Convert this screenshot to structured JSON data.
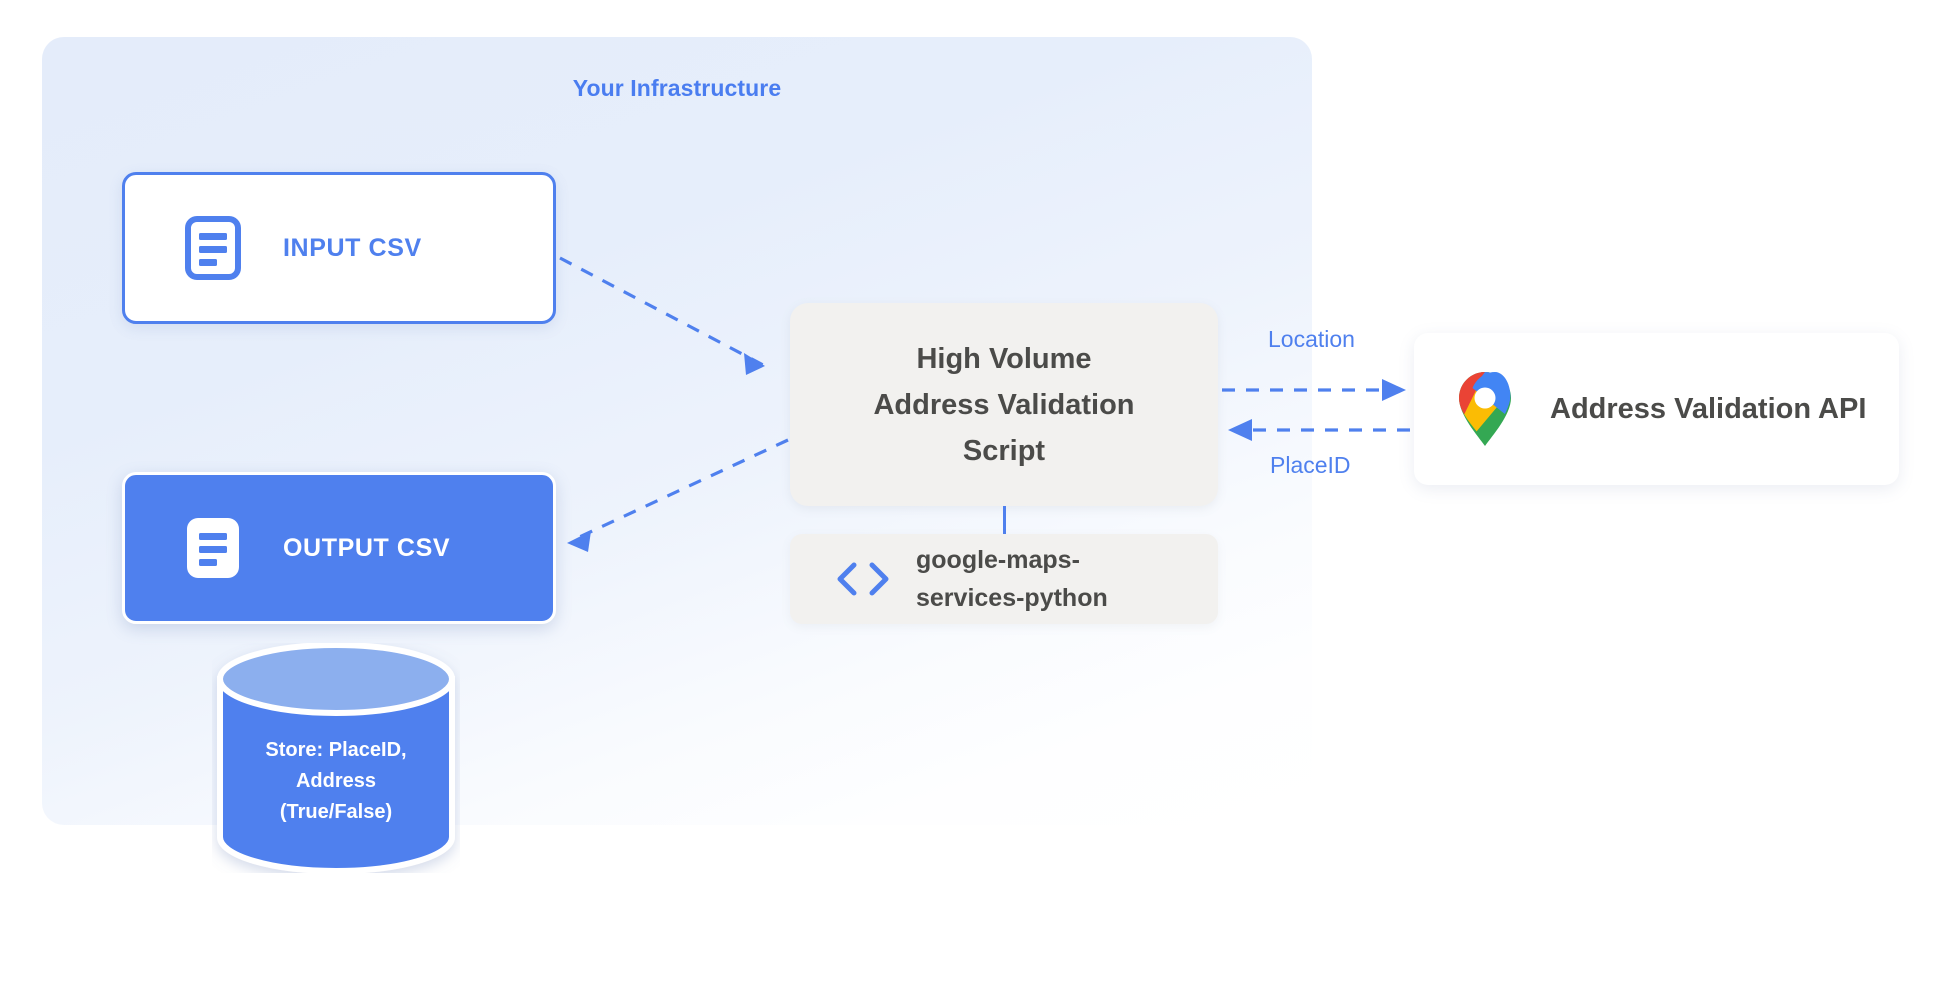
{
  "panel": {
    "title": "Your Infrastructure",
    "accent_color": "#4f80ee",
    "background_color": "#e4ecfa"
  },
  "nodes": {
    "input_csv": {
      "label": "INPUT CSV",
      "icon": "document-icon",
      "fill": "#ffffff",
      "border": "#4f80ee",
      "text_color": "#4f80ee"
    },
    "output_csv": {
      "label": "OUTPUT CSV",
      "icon": "document-icon",
      "fill": "#4f80ee",
      "border": "#ffffff",
      "text_color": "#ffffff"
    },
    "script": {
      "line1": "High Volume",
      "line2": "Address Validation",
      "line3": "Script",
      "fill": "#f2f1ef",
      "text_color": "#4b4b49"
    },
    "library": {
      "line1": "google-maps-",
      "line2": "services-python",
      "icon": "code-brackets-icon",
      "fill": "#f2f1ef",
      "text_color": "#4b4b49"
    },
    "api": {
      "label": "Address Validation API",
      "icon": "google-maps-pin-icon",
      "fill": "#ffffff",
      "text_color": "#4b4b49"
    },
    "datastore": {
      "line1": "Store: PlaceID,",
      "line2": "Address",
      "line3": "(True/False)",
      "body_color": "#4f80ee",
      "top_color": "#8cafee",
      "text_color": "#ffffff"
    }
  },
  "edges": {
    "location_label": "Location",
    "placeid_label": "PlaceID",
    "line_color": "#4f80ee",
    "style": "dashed"
  }
}
